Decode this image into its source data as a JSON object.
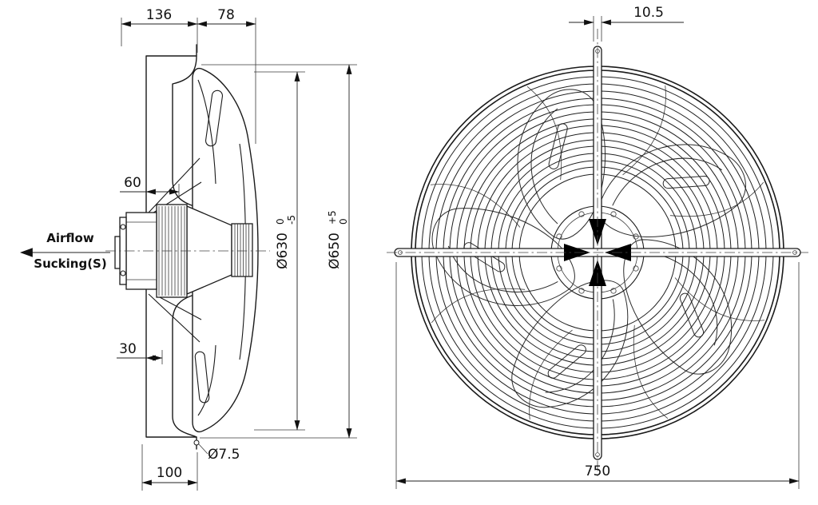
{
  "side": {
    "dim_depth_total": "136",
    "dim_blade_depth": "78",
    "dim_plate_offset": "60",
    "dim_inset": "30",
    "dim_flange": "100",
    "dim_hole": "Ø7.5",
    "fan_dia": "Ø630",
    "fan_dia_tol_upper": "0",
    "fan_dia_tol_lower": "-5",
    "ring_dia": "Ø650",
    "ring_dia_tol_upper": "+5",
    "ring_dia_tol_lower": "0",
    "airflow_label": "Airflow",
    "sucking_label": "Sucking(S)"
  },
  "front": {
    "dim_strut_width": "10.5",
    "dim_mount_span": "750"
  }
}
